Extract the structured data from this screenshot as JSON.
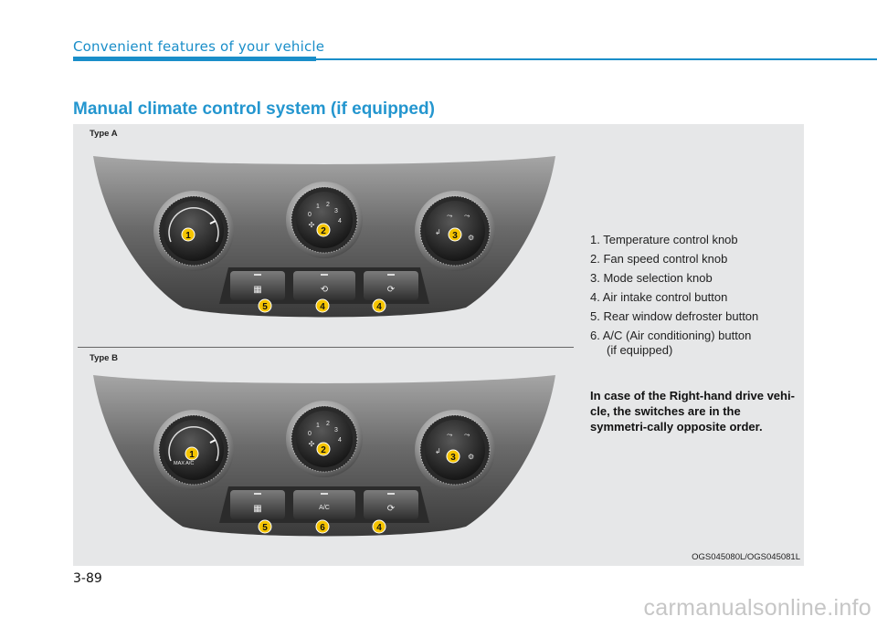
{
  "header": {
    "section": "Convenient features of your vehicle",
    "page_title": "Manual climate control system (if equipped)"
  },
  "figure": {
    "type_a": "Type A",
    "type_b": "Type B",
    "image_code": "OGS045080L/OGS045081L",
    "fan_scale": [
      "0",
      "1",
      "2",
      "3",
      "4"
    ],
    "ac_knob_text": "MAX A/C",
    "ac_button_text": "A/C",
    "callouts_a": [
      "1",
      "2",
      "3",
      "5",
      "4",
      "4"
    ],
    "callouts_b": [
      "1",
      "2",
      "3",
      "5",
      "6",
      "4"
    ]
  },
  "legend": {
    "items": [
      "1. Temperature control knob",
      "2. Fan speed control knob",
      "3. Mode selection knob",
      "4. Air intake control button",
      "5. Rear window defroster button",
      "6. A/C (Air conditioning) button"
    ],
    "item6_cont": "(if equipped)"
  },
  "note": "In case of the Right-hand drive vehi-cle, the switches are in the symmetri-cally opposite order.",
  "footer": {
    "page_number": "3-89",
    "watermark": "carmanualsonline.info"
  },
  "colors": {
    "accent": "#1a8ec9",
    "title": "#2496cf",
    "panel_bg": "#e6e7e8",
    "badge_fill": "#f5c400"
  }
}
